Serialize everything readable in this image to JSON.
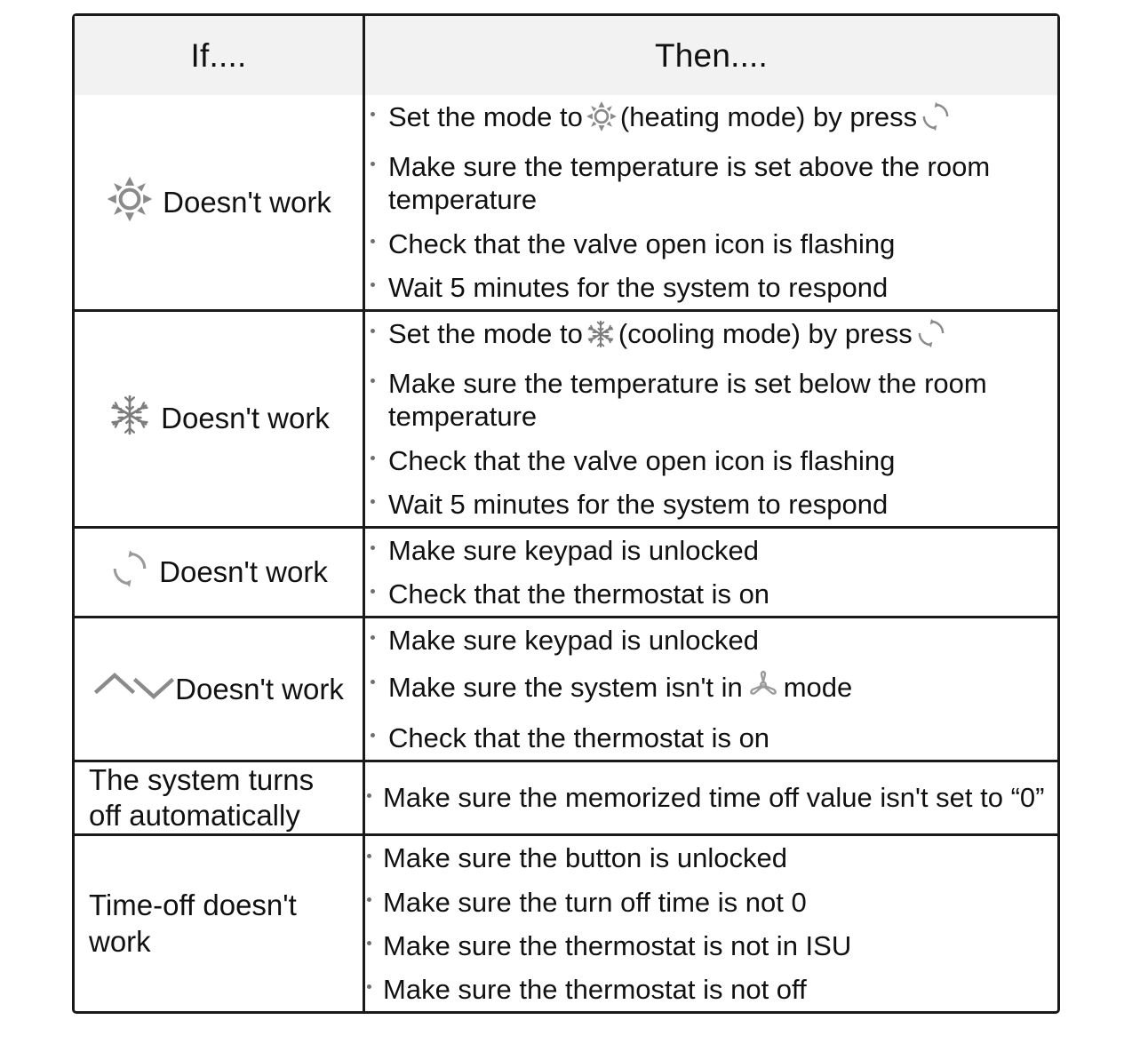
{
  "table": {
    "headers": {
      "if": "If....",
      "then": "Then...."
    },
    "rows": [
      {
        "if_icon": "sun-heating-icon",
        "if_label": "Doesn't work",
        "then_items": [
          {
            "pre": "Set the mode to",
            "icon": "sun-heating-icon",
            "mid": "(heating mode) by press",
            "icon2": "mode-cycle-icon",
            "post": ""
          },
          {
            "pre": "Make sure the temperature is set above the room temperature"
          },
          {
            "pre": "Check that the valve open icon is flashing"
          },
          {
            "pre": "Wait 5 minutes for the system to respond"
          }
        ]
      },
      {
        "if_icon": "snowflake-cooling-icon",
        "if_label": "Doesn't work",
        "then_items": [
          {
            "pre": "Set the mode to",
            "icon": "snowflake-cooling-icon",
            "mid": "(cooling mode) by press",
            "icon2": "mode-cycle-icon",
            "post": ""
          },
          {
            "pre": "Make sure the temperature is set below the room temperature"
          },
          {
            "pre": "Check that the valve open icon is flashing"
          },
          {
            "pre": "Wait 5 minutes for the system to respond"
          }
        ]
      },
      {
        "if_icon": "mode-cycle-icon",
        "if_label": "Doesn't work",
        "then_items": [
          {
            "pre": "Make sure keypad is unlocked"
          },
          {
            "pre": "Check that the thermostat is on"
          }
        ]
      },
      {
        "if_icon": "up-down-chevron-icon",
        "if_label": "Doesn't work",
        "then_items": [
          {
            "pre": "Make sure keypad is unlocked"
          },
          {
            "pre": "Make sure the system isn't in",
            "icon": "fan-icon",
            "mid": "mode"
          },
          {
            "pre": "Check that the thermostat is on"
          }
        ]
      },
      {
        "if_icon": null,
        "if_label": "The system turns off automatically",
        "then_items": [
          {
            "pre": "Make sure the memorized time off value isn't set to “0”"
          }
        ]
      },
      {
        "if_icon": null,
        "if_label": "Time-off doesn't work",
        "then_items": [
          {
            "pre": "Make sure the button is unlocked"
          },
          {
            "pre": "Make sure the turn off time is not 0"
          },
          {
            "pre": "Make sure the thermostat is not in ISU"
          },
          {
            "pre": "Make sure the thermostat is not off"
          }
        ]
      }
    ]
  },
  "colors": {
    "border": "#1a1a1a",
    "header_bg": "#f2f2f2",
    "text": "#111111",
    "icon_gray": "#8a8a8a",
    "bullet_gray": "#6f6f6f"
  },
  "rows_text": {
    "r1_if": "Doesn't work",
    "r2_if": "Doesn't work",
    "r3_if": "Doesn't work",
    "r4_if": "Doesn't work",
    "r5_if_l1": "The system turns",
    "r5_if_l2": "off automatically",
    "r6_if_l1": "Time-off doesn't",
    "r6_if_l2": "work",
    "r1_b1_a": "Set the mode to",
    "r1_b1_b": "(heating mode) by press",
    "r1_b2": "Make sure the temperature is set above the room temperature",
    "r1_b3": "Check that the valve open icon is flashing",
    "r1_b4": "Wait 5 minutes for the system to respond",
    "r2_b1_a": "Set the mode to",
    "r2_b1_b": "(cooling mode) by press",
    "r2_b2": "Make sure the temperature is set below the room temperature",
    "r2_b3": "Check that the valve open icon is flashing",
    "r2_b4": "Wait 5 minutes for the system to respond",
    "r3_b1": "Make sure keypad is unlocked",
    "r3_b2": "Check that the thermostat is on",
    "r4_b1": "Make sure keypad is unlocked",
    "r4_b2_a": "Make sure the system isn't in",
    "r4_b2_b": "mode",
    "r4_b3": "Check that the thermostat is on",
    "r5_b1": "Make sure the memorized time off value isn't set to “0”",
    "r6_b1": "Make sure the button is unlocked",
    "r6_b2": "Make sure the turn off time is not 0",
    "r6_b3": "Make sure the thermostat is not in ISU",
    "r6_b4": "Make sure the thermostat is not off"
  }
}
